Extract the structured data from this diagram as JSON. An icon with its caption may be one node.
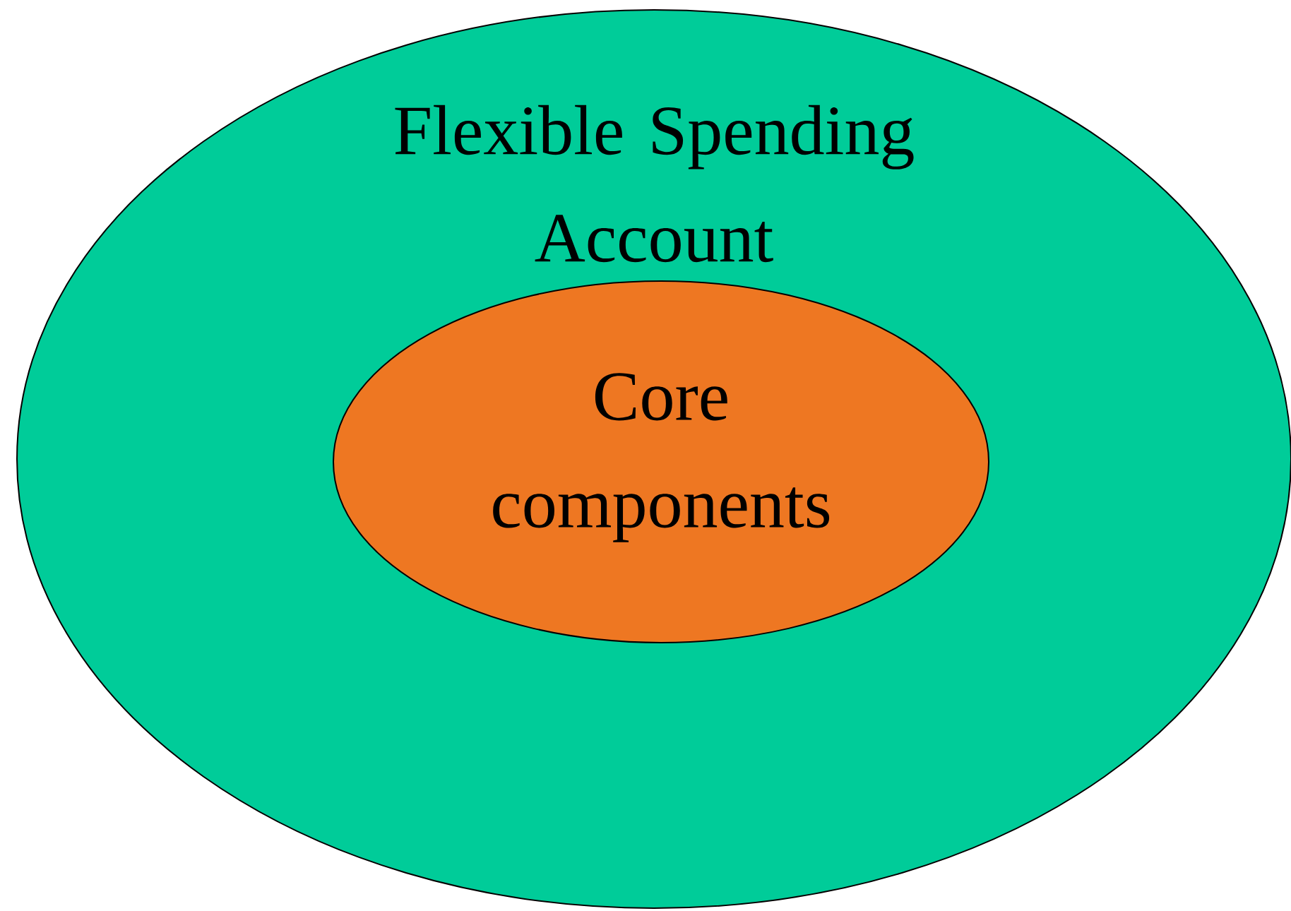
{
  "diagram": {
    "nodes": [
      {
        "text": [
          "Flexible Spending Account"
        ]
      },
      {
        "text": [
          "Core components"
        ],
        "in": 0
      }
    ]
  }
}
